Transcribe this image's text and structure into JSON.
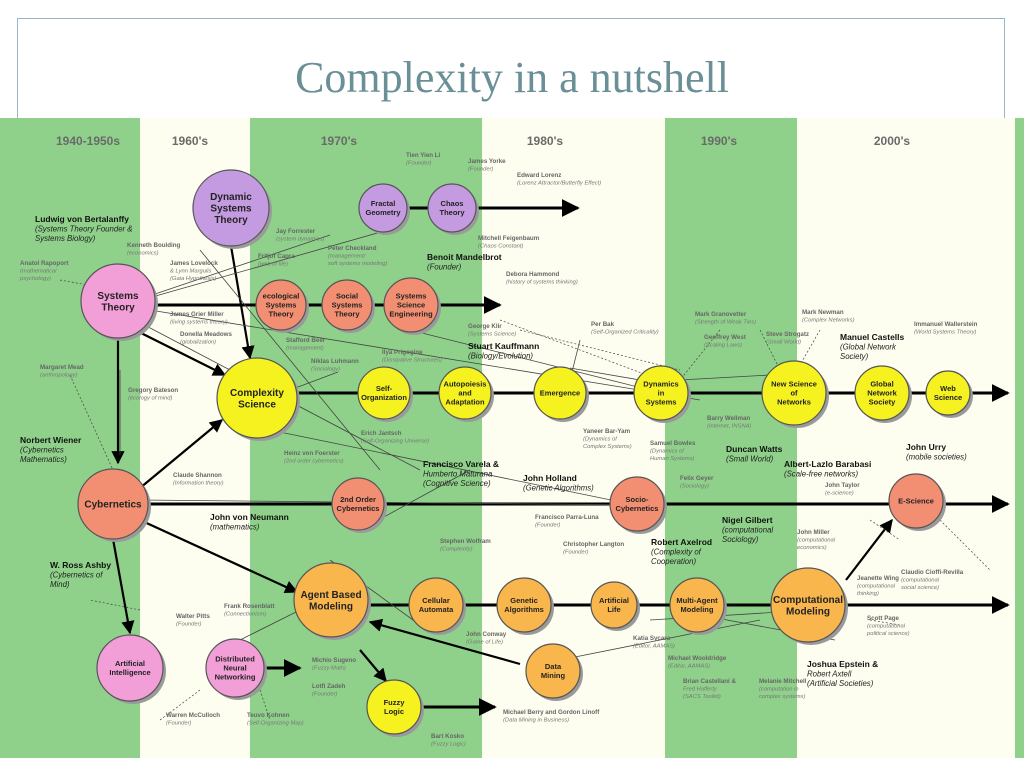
{
  "slide": {
    "title": "Complexity in a nutshell"
  },
  "colors": {
    "green_band": "#8fd18a",
    "cream_band": "#fdfdf0",
    "pink": "#f29fd8",
    "purple": "#c49be0",
    "salmon": "#f28f72",
    "yellow": "#f5f21f",
    "orange": "#f9b64c"
  },
  "periods": [
    "1940-1950s",
    "1960's",
    "1970's",
    "1980's",
    "1990's",
    "2000's"
  ],
  "nodes": [
    {
      "id": "dyn",
      "label": [
        "Dynamic",
        "Systems",
        "Theory"
      ]
    },
    {
      "id": "fract",
      "label": [
        "Fractal",
        "Geometry"
      ]
    },
    {
      "id": "chaos",
      "label": [
        "Chaos",
        "Theory"
      ]
    },
    {
      "id": "systh",
      "label": [
        "Systems",
        "Theory"
      ]
    },
    {
      "id": "eco",
      "label": [
        "ecological",
        "Systems",
        "Theory"
      ]
    },
    {
      "id": "social",
      "label": [
        "Social",
        "Systems",
        "Theory"
      ]
    },
    {
      "id": "sse",
      "label": [
        "Systems",
        "Science",
        "Engineering"
      ]
    },
    {
      "id": "cs",
      "label": [
        "Complexity",
        "Science"
      ]
    },
    {
      "id": "selforg",
      "label": [
        "Self-",
        "Organization"
      ]
    },
    {
      "id": "autop",
      "label": [
        "Autopoiesis",
        "and",
        "Adaptation"
      ]
    },
    {
      "id": "emerg",
      "label": [
        "Emergence"
      ]
    },
    {
      "id": "dcs",
      "label": [
        "Dynamics",
        "in",
        "Systems"
      ]
    },
    {
      "id": "nsn",
      "label": [
        "New Science",
        "of",
        "Networks"
      ]
    },
    {
      "id": "gns",
      "label": [
        "Global",
        "Network",
        "Society"
      ]
    },
    {
      "id": "web",
      "label": [
        "Web",
        "Science"
      ]
    },
    {
      "id": "cyb",
      "label": [
        "Cybernetics"
      ]
    },
    {
      "id": "soc2",
      "label": [
        "2nd Order",
        "Cybernetics"
      ]
    },
    {
      "id": "socio",
      "label": [
        "Socio-",
        "Cybernetics"
      ]
    },
    {
      "id": "esci",
      "label": [
        "E-Science"
      ]
    },
    {
      "id": "abm",
      "label": [
        "Agent Based",
        "Modeling"
      ]
    },
    {
      "id": "ca",
      "label": [
        "Cellular",
        "Automata"
      ]
    },
    {
      "id": "ga",
      "label": [
        "Genetic",
        "Algorithms"
      ]
    },
    {
      "id": "al",
      "label": [
        "Artificial",
        "Life"
      ]
    },
    {
      "id": "mam",
      "label": [
        "Multi-Agent",
        "Modeling"
      ]
    },
    {
      "id": "cm",
      "label": [
        "Computational",
        "Modeling"
      ]
    },
    {
      "id": "ai",
      "label": [
        "Artificial",
        "Intelligence"
      ]
    },
    {
      "id": "dnn",
      "label": [
        "Distributed",
        "Neural",
        "Networking"
      ]
    },
    {
      "id": "fuzzy",
      "label": [
        "Fuzzy",
        "Logic"
      ]
    },
    {
      "id": "dm",
      "label": [
        "Data",
        "Mining"
      ]
    }
  ],
  "people": [
    {
      "name": "Ludwig von Bertalanffy",
      "note": [
        "(Systems Theory Founder &",
        "Systems Biology)"
      ]
    },
    {
      "name": "Kenneth Boulding",
      "note": [
        "(economics)"
      ]
    },
    {
      "name": "Anatol Rapoport",
      "note": [
        "(mathematical",
        "psychology)"
      ]
    },
    {
      "name": "James Lovelock",
      "note": [
        "& Lynn Margulis",
        "(Gaia Hypothesis)"
      ]
    },
    {
      "name": "Jay Forrester",
      "note": [
        "(system dynamics)"
      ]
    },
    {
      "name": "Fritjof Capra",
      "note": [
        "(web of life)"
      ]
    },
    {
      "name": "Peter Checkland",
      "note": [
        "(management/",
        "soft systems modeling)"
      ]
    },
    {
      "name": "Tien Yien Li",
      "note": [
        "(Founder)"
      ]
    },
    {
      "name": "James Yorke",
      "note": [
        "(Founder)"
      ]
    },
    {
      "name": "Edward Lorenz",
      "note": [
        "(Lorenz Attractor/Butterfly Effect)"
      ]
    },
    {
      "name": "Mitchell Feigenbaum",
      "note": [
        "(Chaos Constant)"
      ]
    },
    {
      "name": "Benoit Mandelbrot",
      "note": [
        "(Founder)"
      ]
    },
    {
      "name": "Debora Hammond",
      "note": [
        "(history of systems thinking)"
      ]
    },
    {
      "name": "James Grier Miller",
      "note": [
        "(living systems theory)"
      ]
    },
    {
      "name": "Donella Meadows",
      "note": [
        "(globalization)"
      ]
    },
    {
      "name": "Stafford Beer",
      "note": [
        "(management)"
      ]
    },
    {
      "name": "George Klir",
      "note": [
        "(Systems Science)"
      ]
    },
    {
      "name": "Ilya Prigogine",
      "note": [
        "(Dissipative Structures)"
      ]
    },
    {
      "name": "Niklas Luhmann",
      "note": [
        "(Sociology)"
      ]
    },
    {
      "name": "Margaret Mead",
      "note": [
        "(anthropology)"
      ]
    },
    {
      "name": "Gregory Bateson",
      "note": [
        "(ecology of mind)"
      ]
    },
    {
      "name": "Erich Jantsch",
      "note": [
        "(Self-Organizing Universe)"
      ]
    },
    {
      "name": "Per Bak",
      "note": [
        "(Self-Organized Criticality)"
      ]
    },
    {
      "name": "Stuart Kauffmann",
      "note": [
        "(Biology/Evolution)"
      ]
    },
    {
      "name": "Mark Granovetter",
      "note": [
        "(Strength of Weak Ties)"
      ]
    },
    {
      "name": "Geoffrey West",
      "note": [
        "(Scaling Laws)"
      ]
    },
    {
      "name": "Mark Newman",
      "note": [
        "(Complex Networks)"
      ]
    },
    {
      "name": "Steve Strogatz",
      "note": [
        "(Small World)"
      ]
    },
    {
      "name": "Manuel Castells",
      "note": [
        "(Global Network",
        "Society)"
      ]
    },
    {
      "name": "Immanuel Wallerstein",
      "note": [
        "(World Systems Theory)"
      ]
    },
    {
      "name": "Yaneer Bar-Yam",
      "note": [
        "(Dynamics of",
        "Complex Systems)"
      ]
    },
    {
      "name": "Samuel Bowles",
      "note": [
        "(Dynamics of",
        "Human Systems)"
      ]
    },
    {
      "name": "Barry Wellman",
      "note": [
        "(Internet, INSNA)"
      ]
    },
    {
      "name": "Duncan Watts",
      "note": [
        "(Small World)"
      ]
    },
    {
      "name": "John Urry",
      "note": [
        "(mobile societies)"
      ]
    },
    {
      "name": "Albert-Lazlo Barabasi",
      "note": [
        "(Scale-free networks)"
      ]
    },
    {
      "name": "Norbert Wiener",
      "note": [
        "(Cybernetics",
        "Mathematics)"
      ]
    },
    {
      "name": "Claude Shannon",
      "note": [
        "(Information theory)"
      ]
    },
    {
      "name": "Heinz von Foerster",
      "note": [
        "(2nd order cybernetics)"
      ]
    },
    {
      "name": "Francisco Varela &",
      "note": [
        "Humberto Maturana",
        "(Cognitive Science)"
      ]
    },
    {
      "name": "John Holland",
      "note": [
        "(Genetic Algorithms)"
      ]
    },
    {
      "name": "Felix Geyer",
      "note": [
        "(Sociology)"
      ]
    },
    {
      "name": "Francisco Parra-Luna",
      "note": [
        "(Founder)"
      ]
    },
    {
      "name": "John Taylor",
      "note": [
        "(e-science)"
      ]
    },
    {
      "name": "John von Neumann",
      "note": [
        "(mathematics)"
      ]
    },
    {
      "name": "Stephen Wolfram",
      "note": [
        "(Complexity)"
      ]
    },
    {
      "name": "Christopher Langton",
      "note": [
        "(Founder)"
      ]
    },
    {
      "name": "Robert Axelrod",
      "note": [
        "(Complexity of",
        "Cooperation)"
      ]
    },
    {
      "name": "Nigel Gilbert",
      "note": [
        "(computational",
        "Sociology)"
      ]
    },
    {
      "name": "John Miller",
      "note": [
        "(computational",
        "economics)"
      ]
    },
    {
      "name": "Jeanette Wing",
      "note": [
        "(computational",
        "thinking)"
      ]
    },
    {
      "name": "Claudio Cioffi-Revilla",
      "note": [
        "(computational",
        "social science)"
      ]
    },
    {
      "name": "W. Ross Ashby",
      "note": [
        "(Cybernetics of",
        "Mind)"
      ]
    },
    {
      "name": "Walter Pitts",
      "note": [
        "(Founder)"
      ]
    },
    {
      "name": "Frank Rosenblatt",
      "note": [
        "(Connectionism)"
      ]
    },
    {
      "name": "John Conway",
      "note": [
        "(Game of Life)"
      ]
    },
    {
      "name": "Katia Sycara",
      "note": [
        "(Editor, AAMAS)"
      ]
    },
    {
      "name": "Michael Wooldridge",
      "note": [
        "(Editor, AAMAS)"
      ]
    },
    {
      "name": "Scott Page",
      "note": [
        "(computational",
        "political science)"
      ]
    },
    {
      "name": "Michio Sugeno",
      "note": [
        "(Fuzzy Math)"
      ]
    },
    {
      "name": "Lotfi Zadeh",
      "note": [
        "(Founder)"
      ]
    },
    {
      "name": "Brian Castellani &",
      "note": [
        "Fred Hafferty",
        "(SACS Toolkit)"
      ]
    },
    {
      "name": "Melanie Mitchell",
      "note": [
        "(computation in",
        "complex systems)"
      ]
    },
    {
      "name": "Joshua Epstein &",
      "note": [
        "Robert Axtell",
        "(Artificial Societies)"
      ]
    },
    {
      "name": "Warren McCulloch",
      "note": [
        "(Founder)"
      ]
    },
    {
      "name": "Teuvo Kohnen",
      "note": [
        "(Self-Organizing Map)"
      ]
    },
    {
      "name": "Michael Berry and Gordon Linoff",
      "note": [
        "(Data Mining in Business)"
      ]
    },
    {
      "name": "Bart Kosko",
      "note": [
        "(Fuzzy Logic)"
      ]
    }
  ]
}
